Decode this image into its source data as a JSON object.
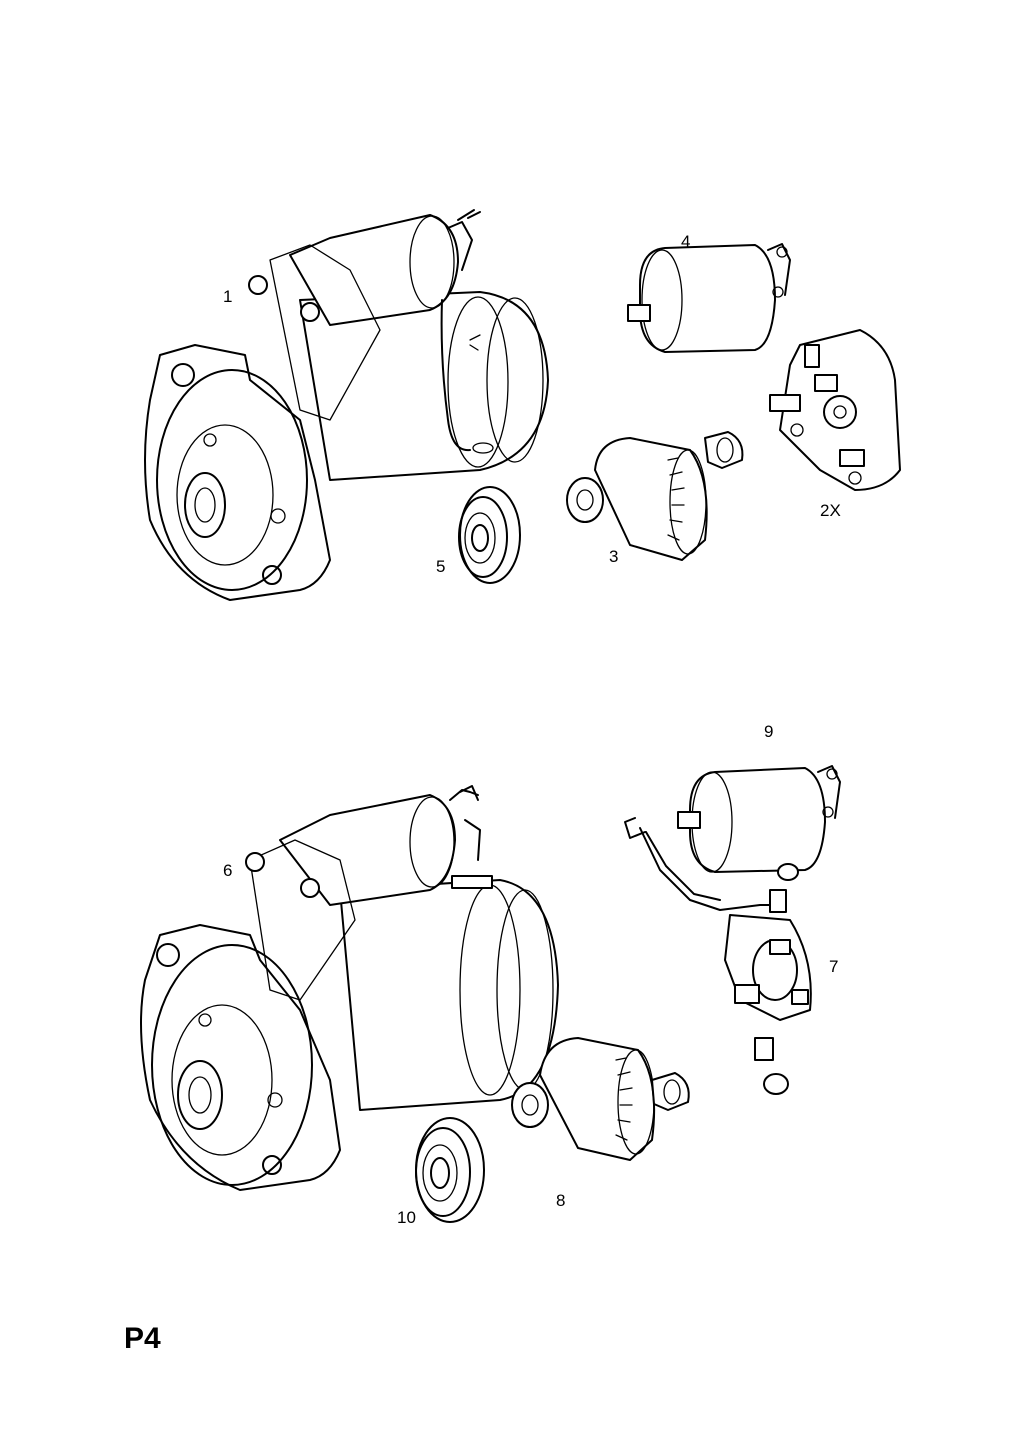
{
  "page_code": "P4",
  "callouts": {
    "c1": "1",
    "c2x": "2X",
    "c3": "3",
    "c4": "4",
    "c5": "5",
    "c6": "6",
    "c7": "7",
    "c8": "8",
    "c9": "9",
    "c10": "10"
  }
}
